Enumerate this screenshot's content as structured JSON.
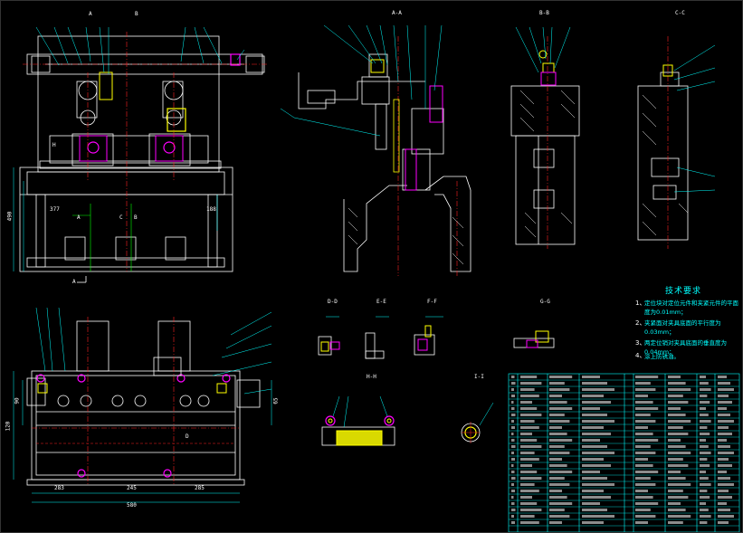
{
  "sheet": {
    "background": "#000000",
    "line_color": "#ffffff",
    "accent_cyan": "#00ffff",
    "accent_magenta": "#ff00ff",
    "accent_yellow": "#ffff00",
    "accent_green": "#00ff00",
    "accent_red": "#ff2020"
  },
  "section_labels": {
    "aa": "A-A",
    "bb": "B-B",
    "cc": "C-C",
    "dd": "D-D",
    "ee": "E-E",
    "ff": "F-F",
    "gg": "G-G",
    "hh": "H-H",
    "ii": "I-I",
    "a_arrow": "A",
    "b_arrow": "B",
    "c_arrow": "C",
    "d_arrow": "D",
    "h_arrow": "H"
  },
  "tech_requirements": {
    "title": "技术要求",
    "items": [
      {
        "num": "1、",
        "text": "定位块对定位元件和夹紧元件的平面度为0.01mm；"
      },
      {
        "num": "2、",
        "text": "夹紧面对夹具底面的平行度为0.03mm；"
      },
      {
        "num": "3、",
        "text": "两定位销对夹具底面的垂直度为0.04mm；"
      },
      {
        "num": "4、",
        "text": "涂上防锈油。"
      }
    ]
  },
  "dims": {
    "d1": "377",
    "d2": "188",
    "d3": "490",
    "d4": "283",
    "d5": "245",
    "d6": "285",
    "d7": "580",
    "d8": "120",
    "d9": "90",
    "d10": "65"
  }
}
